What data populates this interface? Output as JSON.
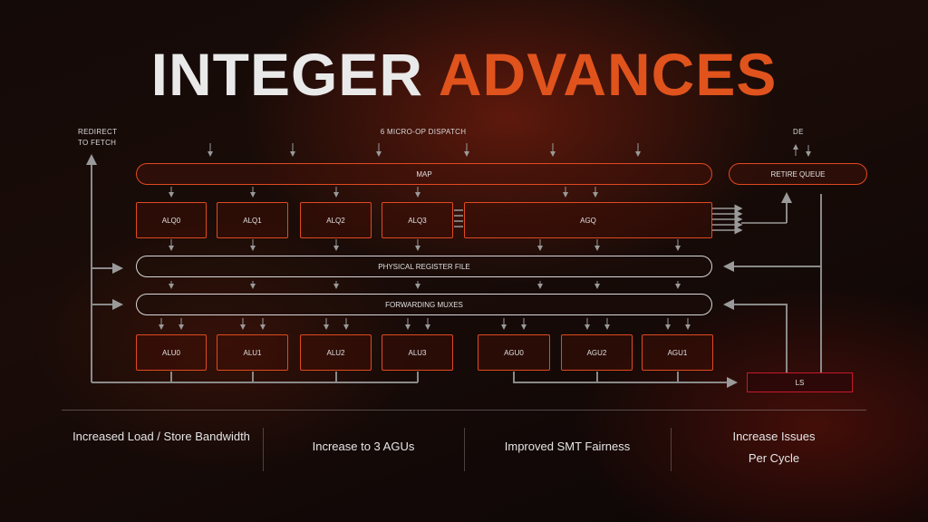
{
  "title": {
    "part1": "INTEGER",
    "part2": "ADVANCES"
  },
  "diagram": {
    "redirect_label_1": "REDIRECT",
    "redirect_label_2": "TO FETCH",
    "dispatch_label": "6 MICRO-OP DISPATCH",
    "de_label": "DE",
    "map": "MAP",
    "retire_queue": "RETIRE QUEUE",
    "schedulers": [
      "ALQ0",
      "ALQ1",
      "ALQ2",
      "ALQ3"
    ],
    "agq": "AGQ",
    "physical_register_file": "PHYSICAL REGISTER FILE",
    "forwarding_muxes": "FORWARDING MUXES",
    "alus": [
      "ALU0",
      "ALU1",
      "ALU2",
      "ALU3"
    ],
    "agus": [
      "AGU0",
      "AGU2",
      "AGU1"
    ],
    "ls": "LS"
  },
  "features": [
    "Increased Load / Store Bandwidth",
    "Increase to 3 AGUs",
    "Improved SMT Fairness",
    "Increase Issues",
    "Per Cycle"
  ],
  "colors": {
    "accent": "#e0531d",
    "box_border": "#e04a20",
    "ls_border": "#c8182a",
    "wire": "#9a9a9a"
  }
}
